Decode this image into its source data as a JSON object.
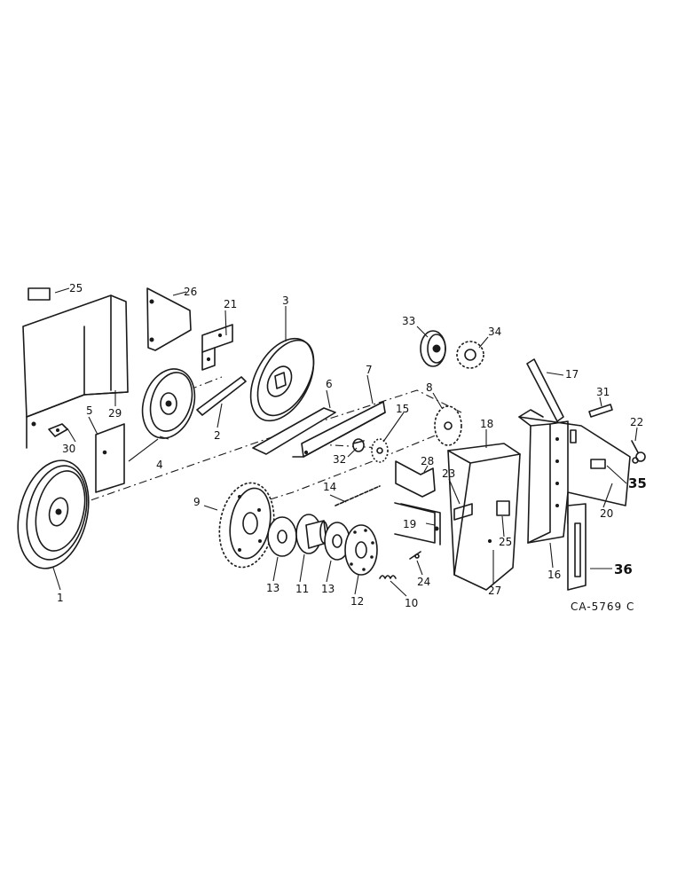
{
  "diagram": {
    "reference_code": "CA-5769 C",
    "callouts": [
      "25",
      "26",
      "21",
      "3",
      "33",
      "34",
      "17",
      "31",
      "22",
      "29",
      "30",
      "5",
      "4",
      "2",
      "6",
      "7",
      "8",
      "15",
      "32",
      "18",
      "28",
      "23",
      "35",
      "20",
      "9",
      "14",
      "19",
      "25",
      "16",
      "36",
      "27",
      "24",
      "13",
      "11",
      "13",
      "12",
      "10",
      "1"
    ]
  },
  "colors": {
    "line": "#1a1a1a",
    "background": "#ffffff"
  }
}
